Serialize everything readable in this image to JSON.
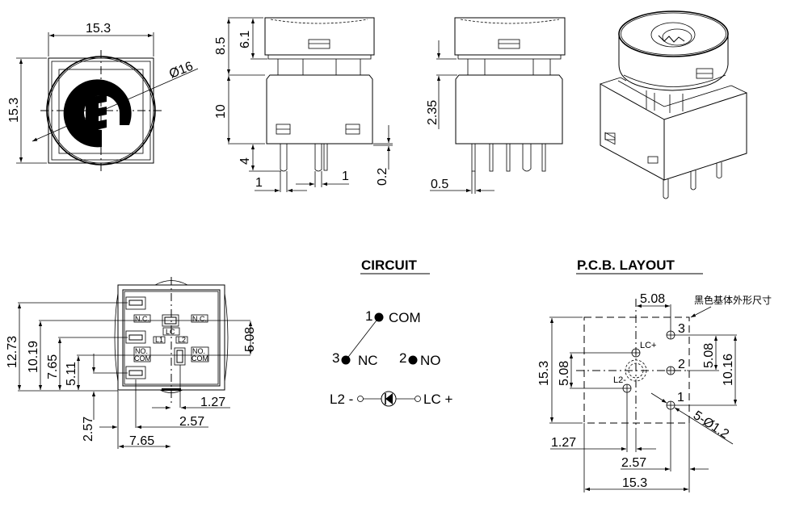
{
  "drawing": {
    "top_view": {
      "width_dim": "15.3",
      "height_dim": "15.3",
      "diameter_dim": "Ø16"
    },
    "front_view": {
      "dims": {
        "total_height": "8.5",
        "cap_height": "6.1",
        "body_height": "10",
        "pin_length": "4",
        "pin_width_left": "1",
        "pin_width_right": "1",
        "standoff": "0.2"
      }
    },
    "side_view": {
      "dims": {
        "gap": "2.35",
        "pin_thickness": "0.5"
      }
    },
    "bottom_view": {
      "dims": {
        "v_12_73": "12.73",
        "v_10_19": "10.19",
        "v_7_65": "7.65",
        "v_5_11": "5.11",
        "v_2_57": "2.57",
        "v_5_08": "5.08",
        "h_1_27": "1.27",
        "h_2_57": "2.57",
        "h_7_65": "7.65"
      },
      "labels": {
        "nc_left": "N.C.",
        "nc_right": "N.C.",
        "lc": "LC",
        "l1": "L1",
        "l2": "L2",
        "no_left": "NO.",
        "com_left": "COM",
        "no_right": "NO.",
        "com_right": "COM"
      }
    },
    "circuit": {
      "title": "CIRCUIT",
      "com_num": "1",
      "com_label": "COM",
      "nc_num": "3",
      "nc_label": "NC",
      "no_num": "2",
      "no_label": "NO",
      "led_left": "L2 -",
      "led_right": "LC +"
    },
    "pcb_layout": {
      "title": "P.C.B. LAYOUT",
      "note": "黑色基体外形尺寸",
      "pin_3": "3",
      "pin_2": "2",
      "pin_1": "1",
      "lc_plus": "LC+",
      "l2_minus": "L2-",
      "dims": {
        "top_5_08": "5.08",
        "right_5_08": "5.08",
        "right_10_16": "10.16",
        "left_15_3": "15.3",
        "left_5_08": "5.08",
        "bottom_1_27": "1.27",
        "bottom_2_57": "2.57",
        "bottom_15_3": "15.3",
        "holes": "5-Ø1.2"
      }
    }
  }
}
